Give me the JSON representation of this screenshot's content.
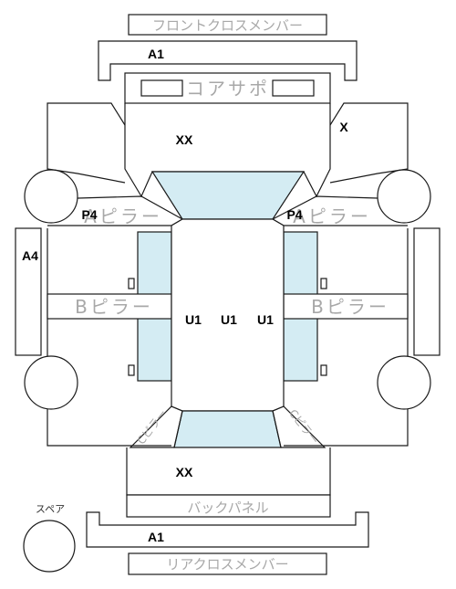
{
  "colors": {
    "glass": "#d4ecf3",
    "line": "#1a1a1a",
    "label": "#a8a8a8"
  },
  "labels": {
    "front_cross_member": "フロントクロスメンバー",
    "core_support": "コアサポ",
    "a_pillar": "Aピラー",
    "b_pillar": "Bピラー",
    "c_pillar": "Cピラー",
    "back_panel": "バックパネル",
    "rear_cross_member": "リアクロスメンバー",
    "spare": "スペア"
  },
  "codes": {
    "front_member": "A1",
    "rear_member": "A1",
    "hood": "XX",
    "trunk": "XX",
    "right_fender": "X",
    "left_a_pillar": "P4",
    "right_a_pillar": "P4",
    "left_sill": "A4",
    "roof_1": "U1",
    "roof_2": "U1",
    "roof_3": "U1"
  }
}
